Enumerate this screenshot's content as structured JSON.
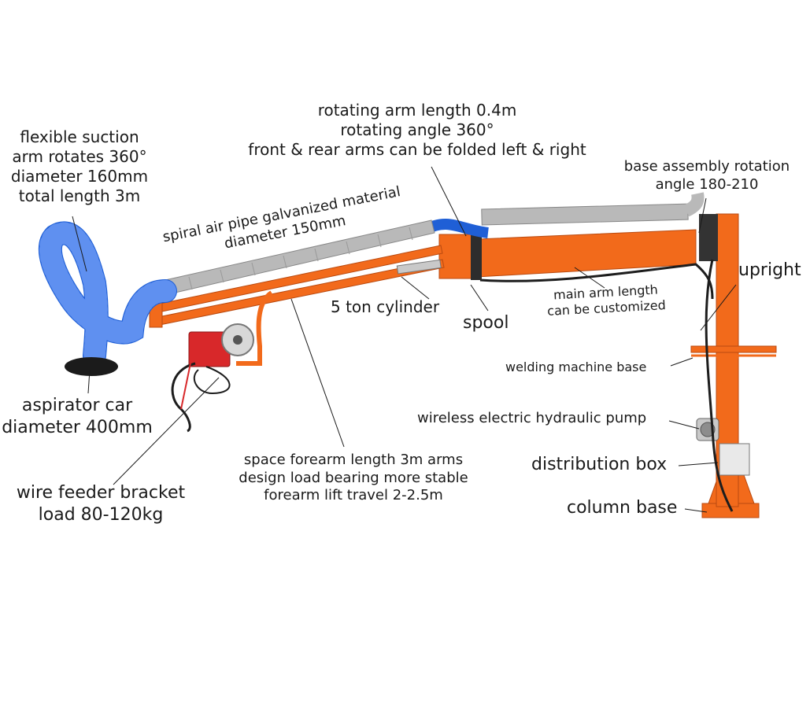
{
  "labels": {
    "flexible_arm": [
      "flexible suction",
      "arm rotates 360°",
      "diameter 160mm",
      "total length 3m"
    ],
    "rotating_arm": [
      "rotating arm length 0.4m",
      "rotating angle 360°",
      "front & rear arms can be folded left & right"
    ],
    "base_rotation": [
      "base assembly rotation",
      "angle 180-210"
    ],
    "spiral_pipe": [
      "spiral air pipe galvanized material",
      "diameter 150mm"
    ],
    "cylinder": "5 ton cylinder",
    "spool": "spool",
    "main_arm": [
      "main arm length",
      "can be customized"
    ],
    "upright": "upright",
    "welding_base": "welding machine base",
    "hydraulic_pump": "wireless electric hydraulic pump",
    "distribution_box": "distribution box",
    "column_base": "column base",
    "aspirator": [
      "aspirator car",
      "diameter 400mm"
    ],
    "forearm": [
      "space forearm length 3m arms",
      "design load bearing more stable",
      "forearm lift travel 2-2.5m"
    ],
    "wire_feeder": [
      "wire feeder bracket",
      "load 80-120kg"
    ]
  },
  "colors": {
    "frame_orange": "#f26a1b",
    "hose_blue": "#1f5fd6",
    "pipe_silver": "#b9b9b9",
    "feeder_red": "#d8282a"
  }
}
